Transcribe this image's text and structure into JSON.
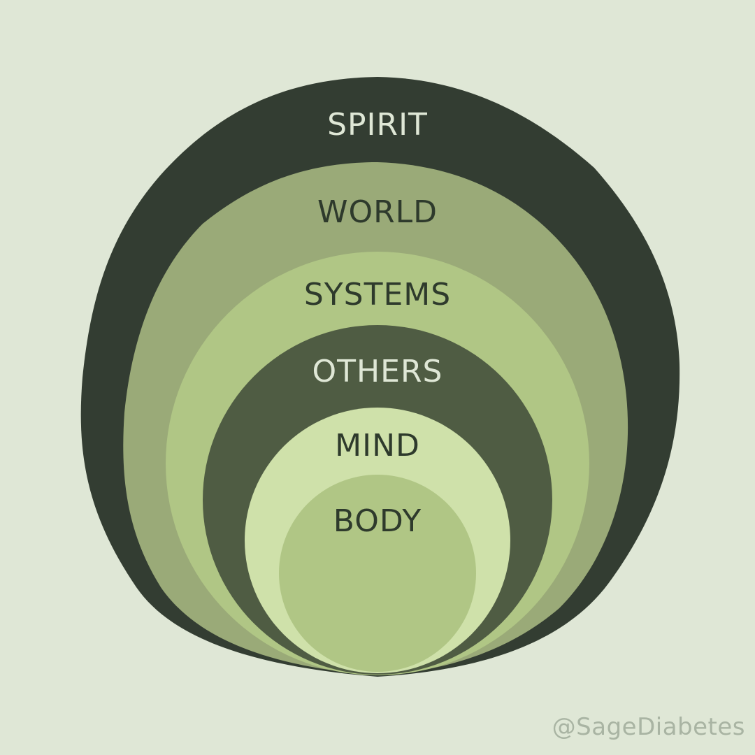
{
  "diagram": {
    "layers": [
      {
        "label": "SPIRIT",
        "fill": "#333d32",
        "text_color": "#dfe7d6"
      },
      {
        "label": "WORLD",
        "fill": "#9aaa78",
        "text_color": "#2e3a2c"
      },
      {
        "label": "SYSTEMS",
        "fill": "#b0c685",
        "text_color": "#2e3a2c"
      },
      {
        "label": "OTHERS",
        "fill": "#4f5c43",
        "text_color": "#dfe7d6"
      },
      {
        "label": "MIND",
        "fill": "#cfe1aa",
        "text_color": "#2e3a2c"
      },
      {
        "label": "BODY",
        "fill": "#b0c685",
        "text_color": "#2e3a2c"
      }
    ]
  },
  "footer": {
    "handle": "@SageDiabetes"
  },
  "colors": {
    "background": "#dfe7d6",
    "handle": "#a9b4a3"
  }
}
